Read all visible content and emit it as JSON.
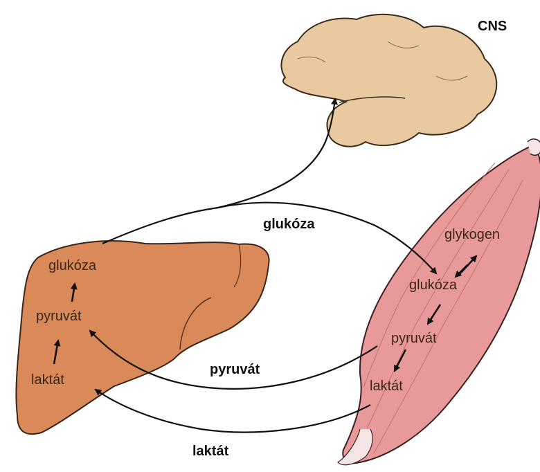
{
  "diagram": {
    "organs": {
      "brain": {
        "label": "CNS",
        "color": "#e8c9a0"
      },
      "liver": {
        "color": "#d98a58"
      },
      "muscle": {
        "color": "#e89a9a"
      }
    },
    "liver_labels": {
      "glucose": "glukóza",
      "pyruvate": "pyruvát",
      "lactate": "laktát"
    },
    "muscle_labels": {
      "glycogen": "glykogen",
      "glucose": "glukóza",
      "pyruvate": "pyruvát",
      "lactate": "laktát"
    },
    "transport_labels": {
      "glucose": "glukóza",
      "pyruvate": "pyruvát",
      "lactate": "laktát"
    }
  }
}
